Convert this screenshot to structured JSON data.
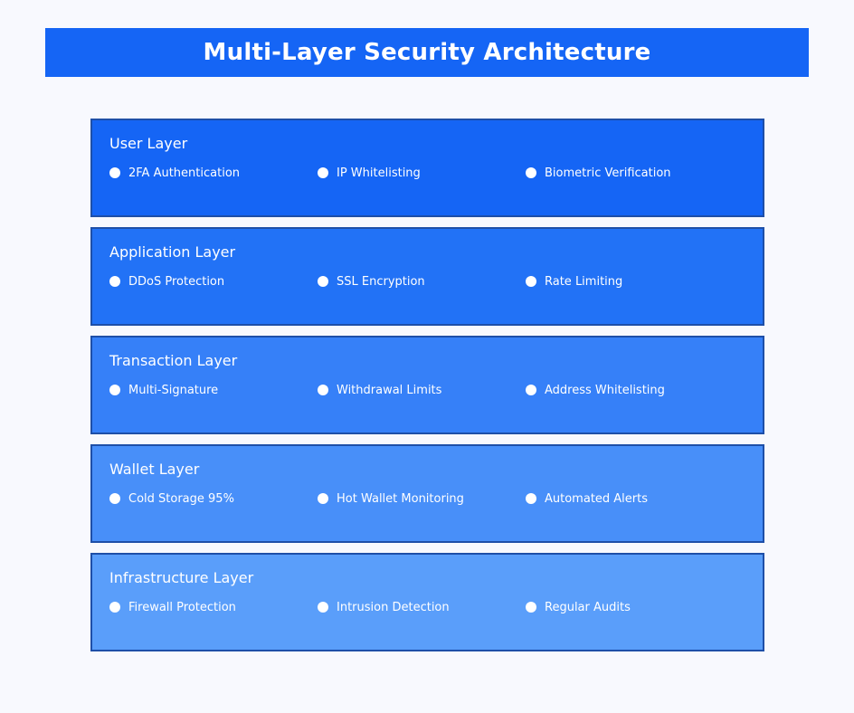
{
  "page": {
    "background_color": "#f8f9fe",
    "title": "Multi-Layer Security Architecture",
    "title_bar_color": "#1565f5",
    "title_text_color": "#ffffff",
    "layer_border_color": "#1e4fa8",
    "bullet_color": "#ffffff"
  },
  "layers": [
    {
      "name": "User Layer",
      "color": "#1565f5",
      "items": [
        "2FA Authentication",
        "IP Whitelisting",
        "Biometric Verification"
      ]
    },
    {
      "name": "Application Layer",
      "color": "#2272f6",
      "items": [
        "DDoS Protection",
        "SSL Encryption",
        "Rate Limiting"
      ]
    },
    {
      "name": "Transaction Layer",
      "color": "#3680f8",
      "items": [
        "Multi-Signature",
        "Withdrawal Limits",
        "Address Whitelisting"
      ]
    },
    {
      "name": "Wallet Layer",
      "color": "#488ff9",
      "items": [
        "Cold Storage 95%",
        "Hot Wallet Monitoring",
        "Automated Alerts"
      ]
    },
    {
      "name": "Infrastructure Layer",
      "color": "#5a9efa",
      "items": [
        "Firewall Protection",
        "Intrusion Detection",
        "Regular Audits"
      ]
    }
  ]
}
